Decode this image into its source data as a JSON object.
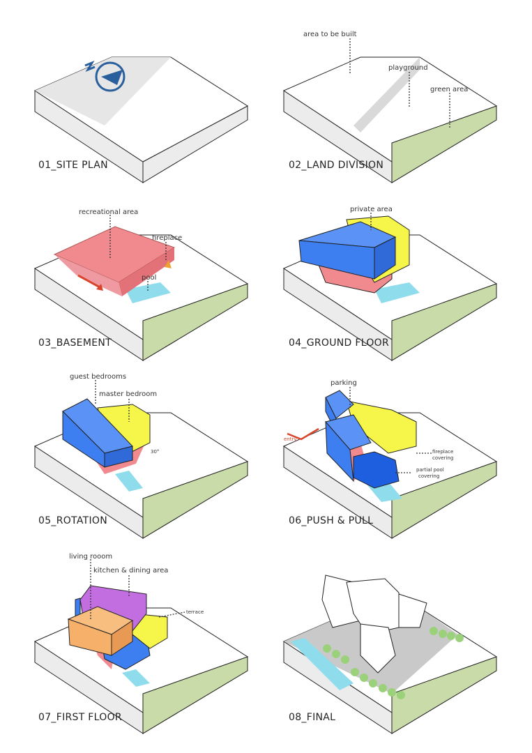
{
  "panels": [
    {
      "caption": "01_SITE PLAN"
    },
    {
      "caption": "02_LAND DIVISION",
      "labels": [
        "area to be built",
        "playground",
        "green area"
      ]
    },
    {
      "caption": "03_BASEMENT",
      "labels": [
        "recreational area",
        "fireplace",
        "pool"
      ]
    },
    {
      "caption": "04_GROUND FLOOR",
      "labels": [
        "private area"
      ]
    },
    {
      "caption": "05_ROTATION",
      "labels": [
        "guest bedrooms",
        "master bedroom",
        "30°"
      ]
    },
    {
      "caption": "06_PUSH & PULL",
      "labels": [
        "parking",
        "entry",
        "fireplace",
        "covering",
        "partial pool",
        "covering"
      ]
    },
    {
      "caption": "07_FIRST FLOOR",
      "labels": [
        "living rooom",
        "kitchen & dining area",
        "terrace"
      ]
    },
    {
      "caption": "08_FINAL"
    }
  ],
  "colors": {
    "recreational": "#f08a8e",
    "private": "#f6f64a",
    "guest": "#3d7ef0",
    "living": "#f7b06a",
    "kitchen": "#c36ee0",
    "green": "#c8dba8",
    "pool": "#8fdcec",
    "accent": "#d9442b",
    "north": "#2a5f9e"
  },
  "icons": [
    "north-arrow-icon",
    "entry-arrow-icon"
  ]
}
